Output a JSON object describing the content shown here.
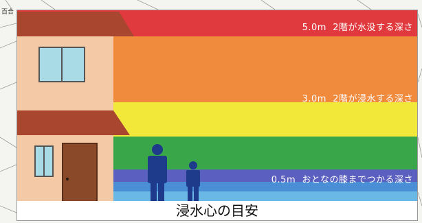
{
  "map": {
    "label": "百合"
  },
  "diagram": {
    "caption": "浸水心の目安",
    "levels": [
      {
        "depth": "5.0m",
        "description": "2階が水没する深さ"
      },
      {
        "depth": "3.0m",
        "description": "2階が浸水する深さ"
      },
      {
        "depth": "0.5m",
        "description": "おとなの膝までつかる深さ"
      }
    ],
    "colors": {
      "red": "#e03a3e",
      "orange": "#f08a3c",
      "yellow": "#f2e83a",
      "green": "#3aa64a",
      "indigo": "#5b5fbf",
      "blue": "#4a8fd6",
      "lightblue": "#6ab8e6",
      "house_wall": "#f3c9a6",
      "roof": "#a8462f",
      "door": "#8a4a2a",
      "window": "#a9dbe6",
      "person": "#1e3a8a"
    }
  }
}
